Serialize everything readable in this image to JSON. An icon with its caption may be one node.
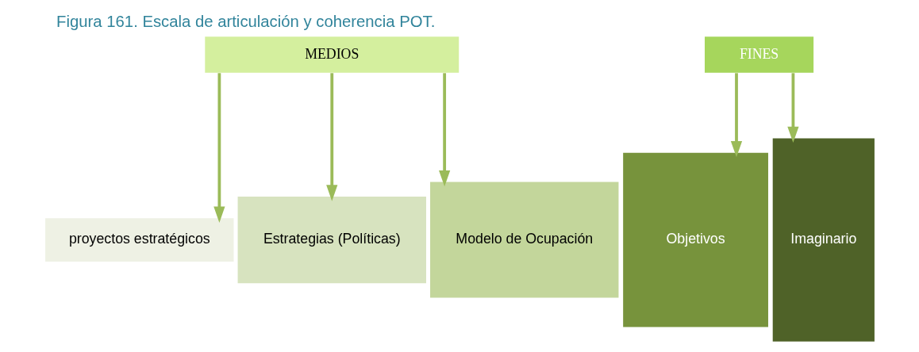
{
  "diagram": {
    "title": "Figura 161. Escala de articulación y coherencia POT.",
    "nodes": [
      {
        "text": [
          "MEDIOS"
        ]
      },
      {
        "text": [
          "FINES"
        ]
      },
      {
        "text": [
          "proyectos estratégicos"
        ]
      },
      {
        "text": [
          "Estrategias (Políticas)"
        ]
      },
      {
        "text": [
          "Modelo de Ocupación"
        ]
      },
      {
        "text": [
          "Objetivos"
        ]
      },
      {
        "text": [
          "Imaginario"
        ]
      }
    ],
    "edges": [
      {
        "from": 0,
        "to": 2,
        "arrow": "to"
      },
      {
        "from": 0,
        "to": 3,
        "arrow": "to"
      },
      {
        "from": 0,
        "to": 4,
        "arrow": "to"
      },
      {
        "from": 1,
        "to": 5,
        "arrow": "to"
      },
      {
        "from": 1,
        "to": 6,
        "arrow": "to"
      }
    ]
  }
}
